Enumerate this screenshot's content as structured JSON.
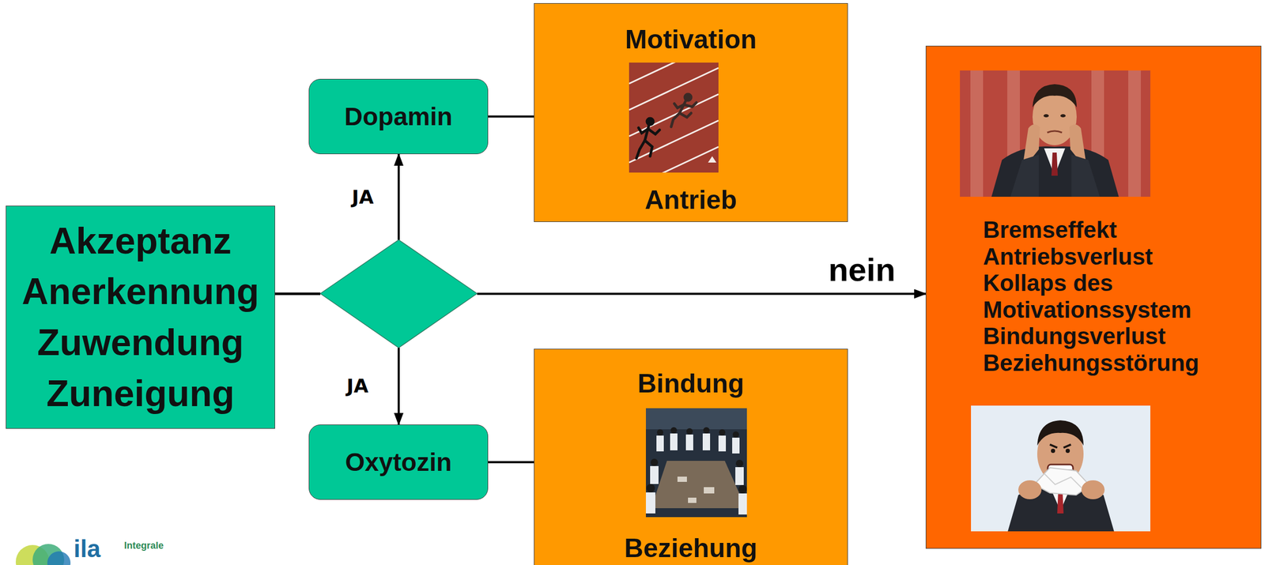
{
  "diagram": {
    "nodes": [
      {
        "text": [
          "Akzeptanz Anerkennung Zuwendung Zuneigung"
        ]
      },
      {
        "text": [
          "Dopamin"
        ]
      },
      {
        "text": [
          "Motivation",
          "Antrieb"
        ]
      },
      {
        "text": [
          "Oxytozin"
        ]
      },
      {
        "text": [
          "Bindung",
          "Beziehung"
        ]
      },
      {
        "text": [
          "Bremseffekt",
          "Antriebsverlust",
          "Kollaps des Motivationssystem",
          "Bindungsverlust",
          "Beziehungsstörung"
        ]
      }
    ],
    "edges": [
      {
        "from": 0,
        "to": 1,
        "arrow": "to",
        "label": "JA"
      },
      {
        "from": 0,
        "to": 3,
        "arrow": "to",
        "label": "JA"
      },
      {
        "from": 0,
        "to": 5,
        "arrow": "to",
        "label": "nein"
      },
      {
        "from": 1,
        "to": 2,
        "arrow": "none"
      },
      {
        "from": 3,
        "to": 4,
        "arrow": "none"
      }
    ],
    "labels": [
      "ila",
      "Integrale"
    ]
  }
}
